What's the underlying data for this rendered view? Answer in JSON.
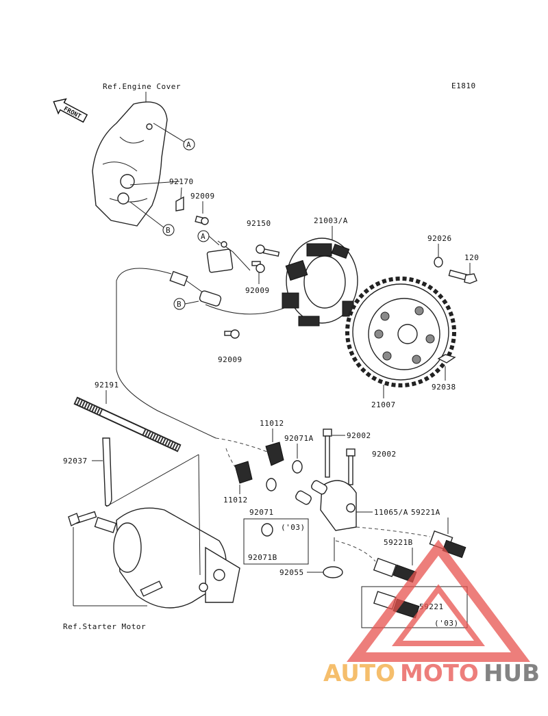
{
  "diagram": {
    "code": "E1810",
    "front_label": "FRONT",
    "refs": {
      "engine_cover": "Ref.Engine Cover",
      "starter_motor": "Ref.Starter Motor"
    },
    "callouts": {
      "a1": "A",
      "a2": "A",
      "b1": "B",
      "b2": "B"
    },
    "parts": {
      "p92170": "92170",
      "p92009_top": "92009",
      "p92150": "92150",
      "p21003": "21003/A",
      "p92026": "92026",
      "p120": "120",
      "p92009_mid": "92009",
      "p92009_low": "92009",
      "p92038": "92038",
      "p21007": "21007",
      "p92191": "92191",
      "p92037": "92037",
      "p11012_top": "11012",
      "p92071a": "92071A",
      "p92002_a": "92002",
      "p92002_b": "92002",
      "p11012_low": "11012",
      "p92071": "92071",
      "p11065": "11065/A",
      "p59221a": "59221A",
      "p92071b": "92071B",
      "p03_a": "('03)",
      "p59221b": "59221B",
      "p92055": "92055",
      "p59221": "59221",
      "p03_b": "('03)"
    }
  },
  "watermark": {
    "part1": "AUTO",
    "part2": "MOTO",
    "part3": "HUB"
  },
  "colors": {
    "watermark_orange": "#f2a93b",
    "watermark_red": "#e8544f",
    "watermark_gray": "#5a5a5a"
  }
}
